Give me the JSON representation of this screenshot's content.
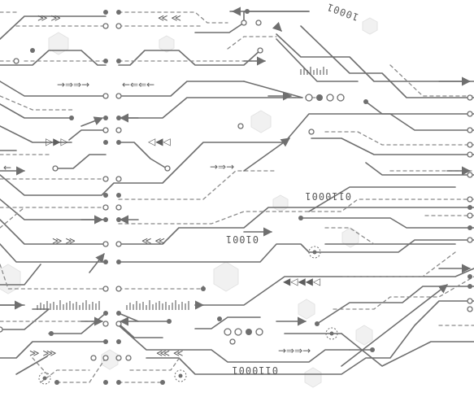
{
  "labels": {
    "bin_top": "10001",
    "bin_mid": "0110001",
    "bin_small": "01001",
    "bin_bottom": "0110001"
  },
  "colors": {
    "trace": "#6f6f6f",
    "background": "#ffffff"
  }
}
